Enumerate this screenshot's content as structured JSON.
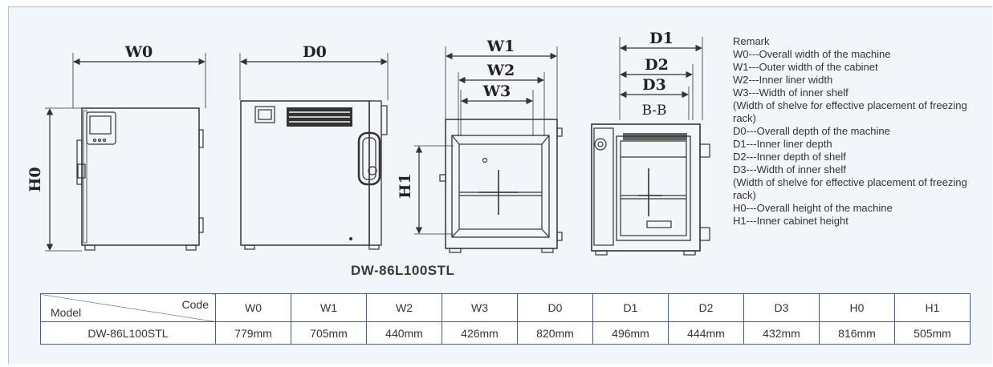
{
  "dimension_labels": {
    "w0": "W0",
    "d0": "D0",
    "w1": "W1",
    "w2": "W2",
    "w3": "W3",
    "d1": "D1",
    "d2": "D2",
    "d3": "D3",
    "section": "B-B",
    "h0": "H0",
    "h1": "H1"
  },
  "remark": {
    "heading": "Remark",
    "lines": [
      "W0---Overall width of the machine",
      "W1---Outer width of the cabinet",
      "W2---Inner liner width",
      "W3---Width of inner shelf",
      "(Width of shelve for effective placement of freezing rack)",
      "D0---Overall depth of the machine",
      "D1---Inner liner depth",
      "D2---Inner depth of shelf",
      "D3---Width of inner shelf",
      "(Width of shelve for effective placement of freezing rack)",
      "H0---Overall height of the machine",
      "H1---Inner cabinet height"
    ]
  },
  "model_caption": "DW-86L100STL",
  "table": {
    "corner_code": "Code",
    "corner_model": "Model",
    "headers": [
      "W0",
      "W1",
      "W2",
      "W3",
      "D0",
      "D1",
      "D2",
      "D3",
      "H0",
      "H1"
    ],
    "row_model": "DW-86L100STL",
    "values": [
      "779mm",
      "705mm",
      "440mm",
      "426mm",
      "820mm",
      "496mm",
      "444mm",
      "432mm",
      "816mm",
      "505mm"
    ]
  }
}
